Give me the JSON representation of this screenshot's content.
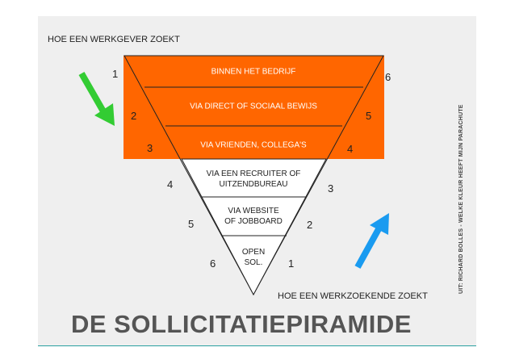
{
  "employer_label": "HOE EEN WERKGEVER ZOEKT",
  "jobseeker_label": "HOE EEN WERKZOEKENDE ZOEKT",
  "title": "DE SOLLICITATIEPIRAMIDE",
  "credit": "UIT: RICHARD BOLLES - WELKE KLEUR HEEFT MIJN PARACHUTE",
  "levels": [
    {
      "line1": "BINNEN HET BEDRIJF",
      "line2": "",
      "left_num": "1",
      "right_num": "6"
    },
    {
      "line1": "VIA DIRECT OF SOCIAAL BEWIJS",
      "line2": "",
      "left_num": "2",
      "right_num": "5"
    },
    {
      "line1": "VIA VRIENDEN, COLLEGA'S",
      "line2": "",
      "left_num": "3",
      "right_num": "4"
    },
    {
      "line1": "VIA EEN RECRUITER OF",
      "line2": "UITZENDBUREAU",
      "left_num": "4",
      "right_num": "3"
    },
    {
      "line1": "VIA WEBSITE",
      "line2": "OF JOBBOARD",
      "left_num": "5",
      "right_num": "2"
    },
    {
      "line1": "OPEN",
      "line2": "SOL.",
      "left_num": "6",
      "right_num": "1"
    }
  ],
  "colors": {
    "orange": "#ff6600",
    "arrow_green": "#33cc33",
    "arrow_blue": "#1a9bf0",
    "title_gray": "#555555"
  },
  "icons": {
    "employer_arrow": "arrow-down-right-icon",
    "jobseeker_arrow": "arrow-up-right-icon"
  }
}
